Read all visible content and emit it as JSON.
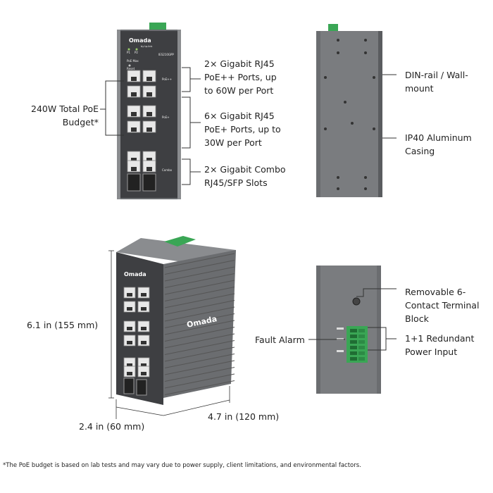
{
  "front": {
    "brand": "Omada",
    "sub_brand": "by tp-link",
    "model": "IES210GPP",
    "led_labels": [
      "P1",
      "P2",
      "PoE Max",
      "Reset"
    ],
    "side_labels": [
      "PoE++",
      "PoE+",
      "Combo"
    ]
  },
  "callouts": {
    "poe_budget": "240W Total PoE Budget*",
    "poe_pp": "2× Gigabit RJ45 PoE++ Ports, up to 60W per Port",
    "poe_p": "6× Gigabit RJ45 PoE+ Ports, up to 30W per Port",
    "combo": "2× Gigabit Combo RJ45/SFP Slots",
    "din": "DIN-rail / Wall-mount",
    "casing": "IP40 Aluminum Casing",
    "terminal": "Removable 6-Contact Terminal Block",
    "fault": "Fault Alarm",
    "power": "1+1 Redundant Power Input"
  },
  "dimensions": {
    "height": "6.1 in (155 mm)",
    "depth": "2.4 in (60 mm)",
    "width": "4.7 in (120 mm)"
  },
  "footnote": "*The PoE budget is based on lab tests and may vary due to power supply, client limitations, and environmental factors.",
  "colors": {
    "body_dark": "#3e3f42",
    "body_grey": "#6b6d70",
    "terminal_green": "#3aa655",
    "line": "#333333"
  }
}
